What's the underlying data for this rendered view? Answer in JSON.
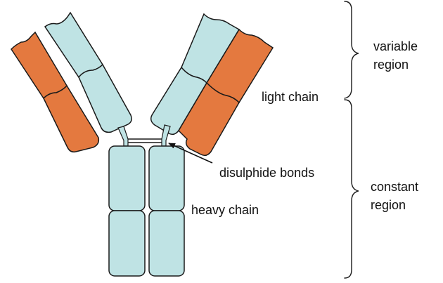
{
  "labels": {
    "variable_region": [
      "variable",
      "region"
    ],
    "constant_region": [
      "constant",
      "region"
    ],
    "light_chain": "light chain",
    "disulphide_bonds": "disulphide bonds",
    "heavy_chain": "heavy chain"
  },
  "colors": {
    "heavy_chain_fill": "#bfe3e4",
    "light_chain_fill": "#e4793f",
    "outline": "#1a1a1a"
  }
}
